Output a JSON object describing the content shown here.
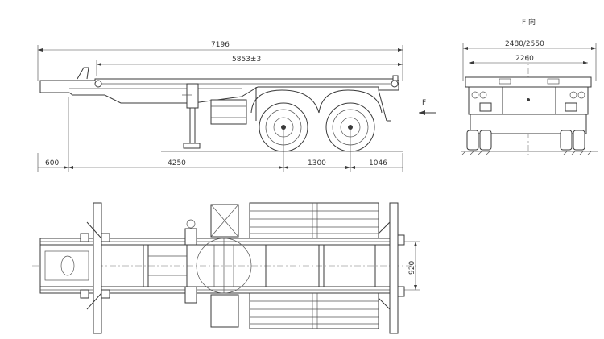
{
  "view_label": "F 向",
  "side_view": {
    "overall_length": "7196",
    "kingpin_to_rear": "5853±3",
    "front_overhang": "600",
    "kingpin_to_axle": "4250",
    "axle_spacing": "1300",
    "rear_overhang": "1046",
    "direction_label": "F"
  },
  "rear_view": {
    "overall_width": "2480/2550",
    "track_width": "2260"
  },
  "top_view": {
    "beam_spacing": "920"
  }
}
